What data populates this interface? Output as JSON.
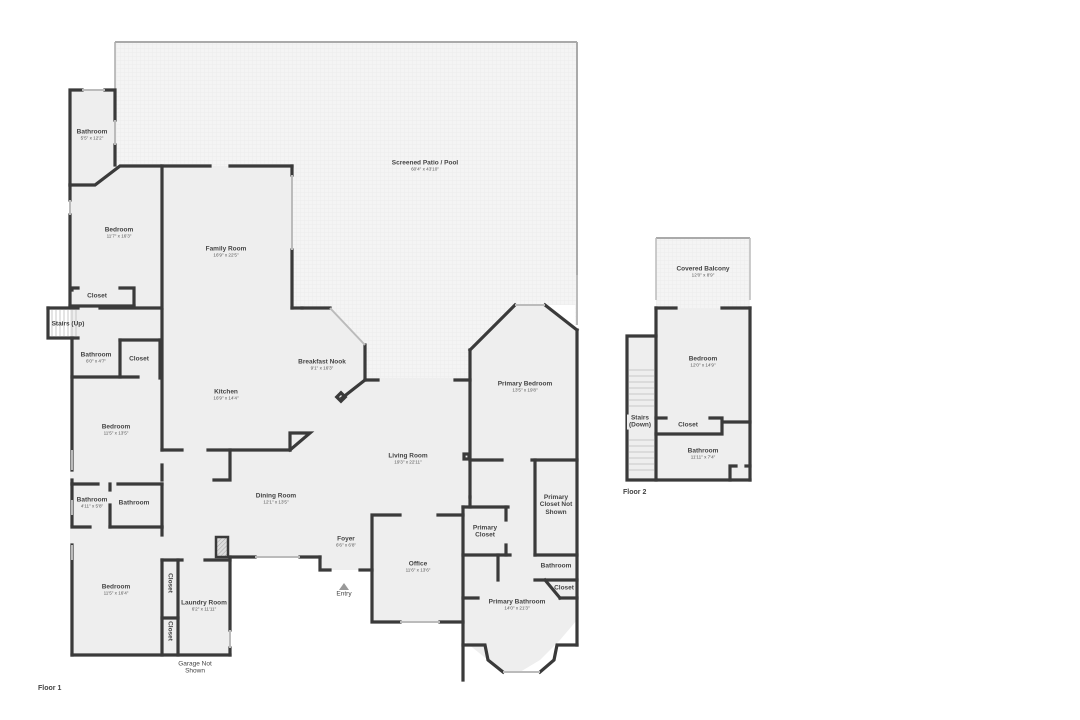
{
  "floors": [
    {
      "label": "Floor 1",
      "rooms": [
        {
          "name": "Screened Patio / Pool",
          "dims": "60'4\" x 43'10\""
        },
        {
          "name": "Bathroom",
          "dims": "5'5\" x 12'2\""
        },
        {
          "name": "Bedroom",
          "dims": "11'7\" x 16'3\""
        },
        {
          "name": "Family Room",
          "dims": "16'9\" x 22'5\""
        },
        {
          "name": "Closet",
          "dims": ""
        },
        {
          "name": "Stairs (Up)",
          "dims": ""
        },
        {
          "name": "Bathroom",
          "dims": "6'0\" x 4'7\""
        },
        {
          "name": "Closet",
          "dims": ""
        },
        {
          "name": "Breakfast Nook",
          "dims": "9'1\" x 16'3\""
        },
        {
          "name": "Kitchen",
          "dims": "16'9\" x 14'4\""
        },
        {
          "name": "Primary Bedroom",
          "dims": "13'5\" x 19'8\""
        },
        {
          "name": "Bedroom",
          "dims": "11'5\" x 13'5\""
        },
        {
          "name": "Living Room",
          "dims": "19'3\" x 22'11\""
        },
        {
          "name": "Bathroom",
          "dims": "4'11\" x 5'8\""
        },
        {
          "name": "Bathroom",
          "dims": ""
        },
        {
          "name": "Dining Room",
          "dims": "12'1\" x 13'5\""
        },
        {
          "name": "Primary Closet Not Shown",
          "dims": ""
        },
        {
          "name": "Primary Closet",
          "dims": ""
        },
        {
          "name": "Foyer",
          "dims": "6'6\" x 6'8\""
        },
        {
          "name": "Office",
          "dims": "11'6\" x 13'6\""
        },
        {
          "name": "Bathroom",
          "dims": ""
        },
        {
          "name": "Closet",
          "dims": ""
        },
        {
          "name": "Bedroom",
          "dims": "11'5\" x 16'4\""
        },
        {
          "name": "Closet",
          "dims": ""
        },
        {
          "name": "Laundry Room",
          "dims": "6'2\" x 11'11\""
        },
        {
          "name": "Closet",
          "dims": ""
        },
        {
          "name": "Primary Bathroom",
          "dims": "14'0\" x 21'3\""
        }
      ],
      "annotations": {
        "entry": "Entry",
        "garage": "Garage Not Shown"
      }
    },
    {
      "label": "Floor 2",
      "rooms": [
        {
          "name": "Covered Balcony",
          "dims": "12'0\" x 8'9\""
        },
        {
          "name": "Bedroom",
          "dims": "12'0\" x 14'9\""
        },
        {
          "name": "Stairs (Down)",
          "dims": ""
        },
        {
          "name": "Closet",
          "dims": ""
        },
        {
          "name": "Bathroom",
          "dims": "11'11\" x 7'4\""
        }
      ]
    }
  ],
  "colors": {
    "wall": "#3a3a3a",
    "floor_fill": "#efefef",
    "patio_fill": "#f3f3f3",
    "text": "#444444",
    "window": "#cfcfcf"
  }
}
